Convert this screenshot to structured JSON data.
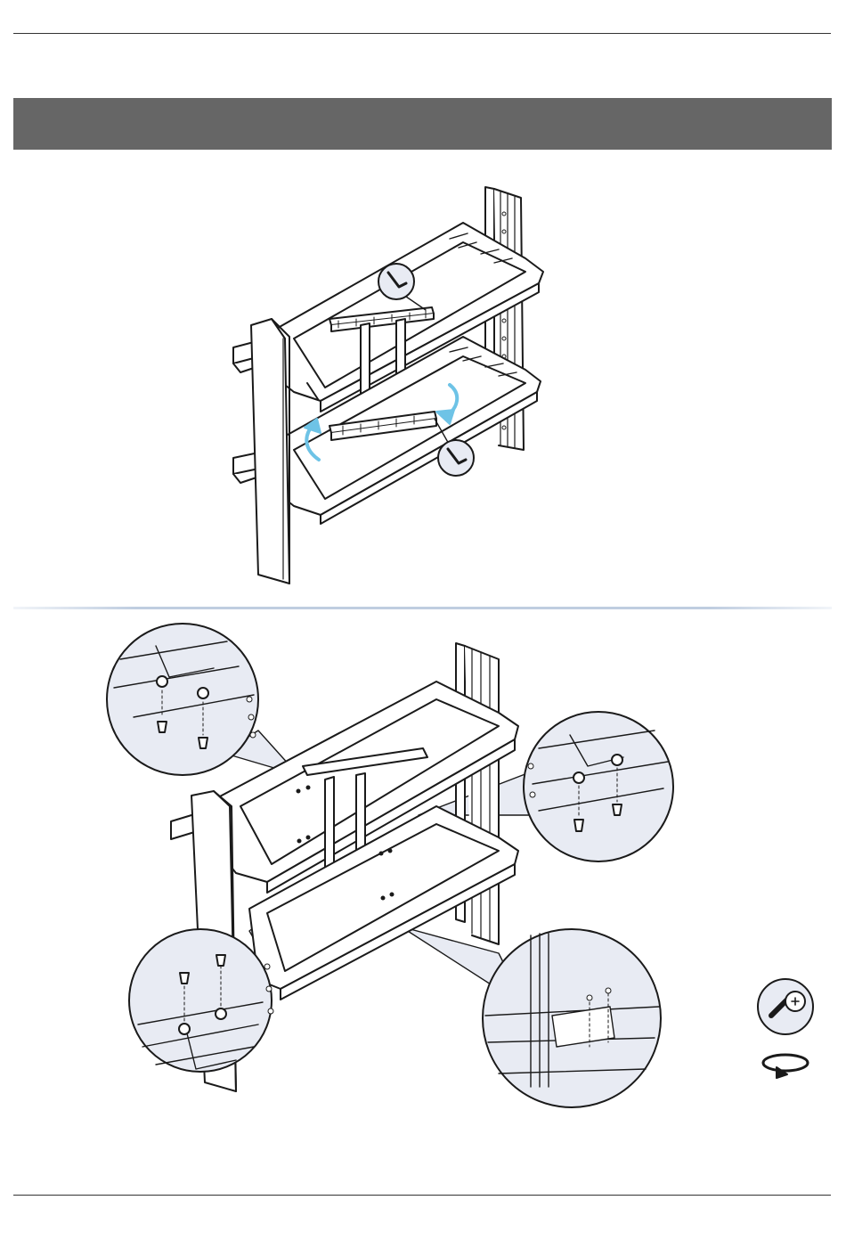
{
  "page": {
    "top_rule": "page-top-rule",
    "bottom_rule": "page-bottom-rule"
  },
  "header_banner": {
    "text": "",
    "color": "#666666"
  },
  "colors": {
    "line": "#1a1a1a",
    "fill": "#ffffff",
    "zoom_fill": "#e8ebf3",
    "arrow": "#6ec3e6",
    "divider": "#bfcde0"
  },
  "step1": {
    "icons": [
      "hex-key-icon",
      "hex-key-icon",
      "curved-arrow-icon",
      "curved-arrow-icon"
    ]
  },
  "step2": {
    "icons": [
      "screw-icon",
      "rotate-clockwise-icon"
    ],
    "zoom_callouts": [
      "top-left-detail",
      "right-detail",
      "bottom-left-detail",
      "bottom-right-detail"
    ]
  }
}
